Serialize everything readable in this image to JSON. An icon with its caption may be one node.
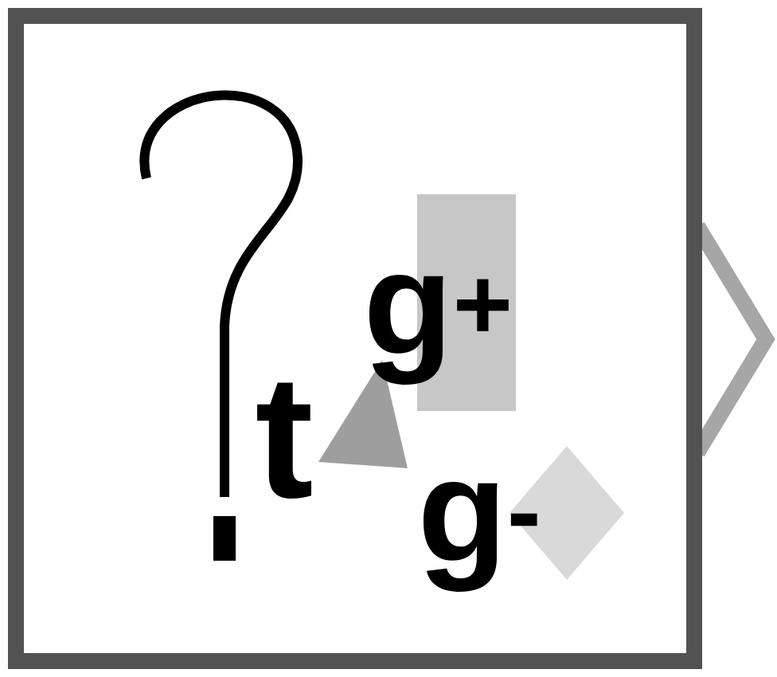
{
  "diagram": {
    "labels": [
      "g$^{+}$",
      "t",
      "g$^{-}$"
    ]
  }
}
